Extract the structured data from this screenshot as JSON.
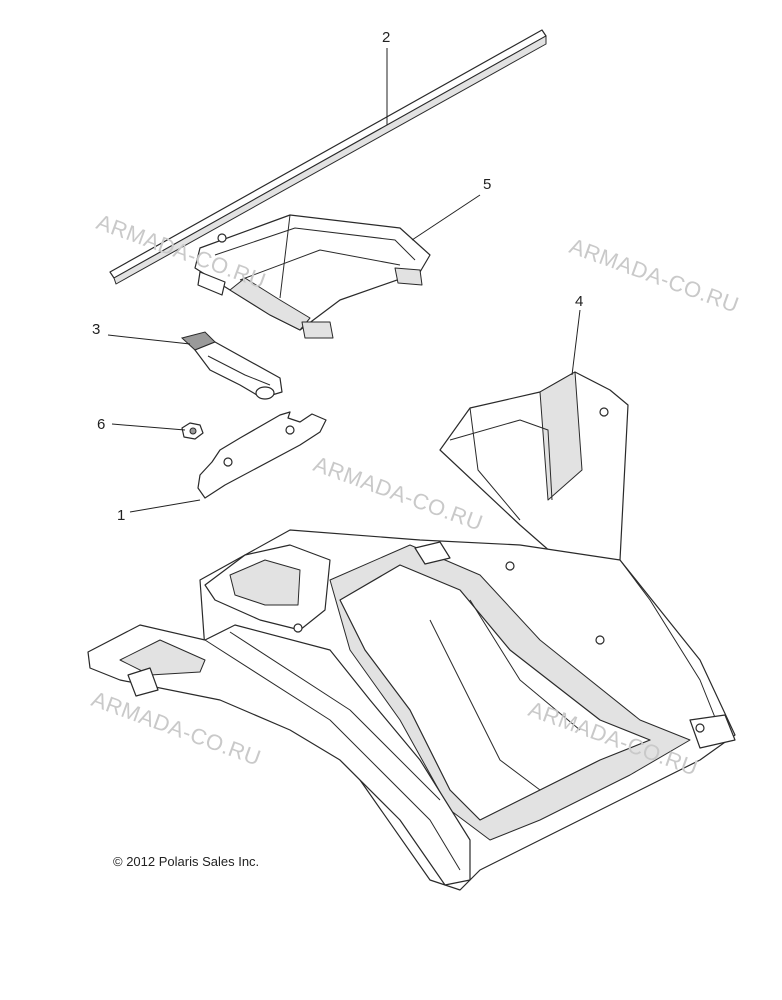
{
  "copyright": "© 2012 Polaris Sales Inc.",
  "watermark": "ARMADA-CO.RU",
  "callouts": {
    "c1": "1",
    "c2": "2",
    "c3": "3",
    "c4": "4",
    "c5": "5",
    "c6": "6"
  },
  "colors": {
    "line": "#2a2a2a",
    "watermark": "#c9c9c9",
    "background": "#ffffff"
  }
}
